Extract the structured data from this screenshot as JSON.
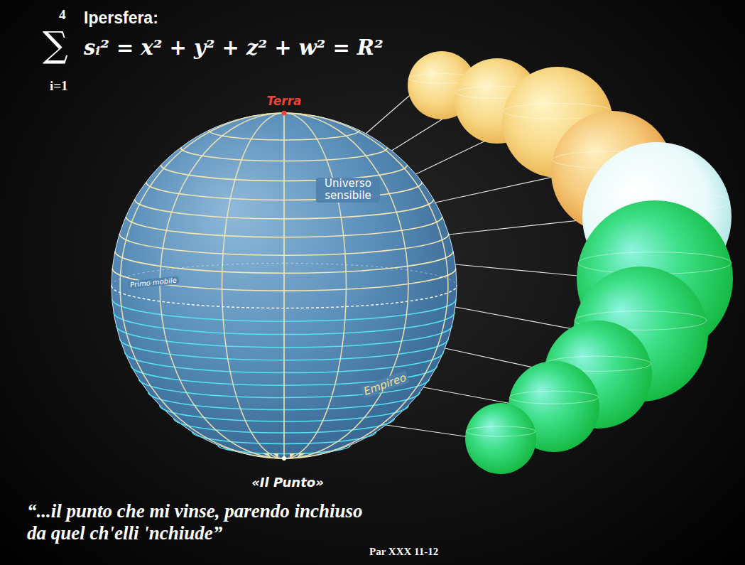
{
  "diagram": {
    "title": "Ipersfera:",
    "caption": "“...il punto che mi vinse, parendo inchiuso da quel ch'elli 'nchiude”",
    "nodes": [
      {
        "text": [
          "Terra",
          "Universo sensibile",
          "Primo mobile",
          "Empireo",
          "«Il Punto»"
        ]
      }
    ],
    "labels": [
      "4",
      "∑",
      "i=1",
      "sᵢ² = x² + y² + z² + w² = R²",
      "Par XXX 11-12"
    ]
  }
}
